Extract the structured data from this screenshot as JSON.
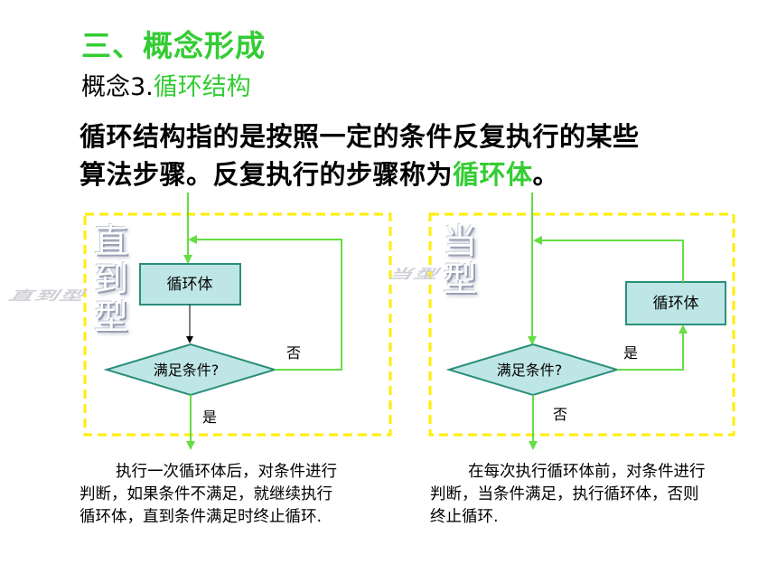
{
  "header": {
    "section_title": "三、概念形成",
    "concept_prefix": "概念3.",
    "concept_name": "循环结构"
  },
  "intro": {
    "line1": "循环结构指的是按照一定的条件反复执行的某些",
    "line2_prefix": "算法步骤。反复执行的步骤称为",
    "line2_highlight": "循环体",
    "line2_suffix": "。"
  },
  "left_diagram": {
    "type_label": "直\n到\n型",
    "type_label_shadow": "直到型",
    "loop_body": "循环体",
    "condition": "满足条件?",
    "no_label": "否",
    "yes_label": "是",
    "description": "执行一次循环体后，对条件进行\n判断，如果条件不满足，就继续执行\n循环体，直到条件满足时终止循环."
  },
  "right_diagram": {
    "type_label": "当\n型",
    "type_label_shadow": "当型",
    "loop_body": "循环体",
    "condition": "满足条件?",
    "yes_label": "是",
    "no_label": "否",
    "description": "在每次执行循环体前，对条件进行\n判断，当条件满足，执行循环体，否则\n终止循环."
  },
  "colors": {
    "title_green": "#33cc33",
    "arrow_green": "#66dd44",
    "dashed_border": "#ffee00",
    "box_fill": "#bfe6e6",
    "box_stroke": "#2a8f7a"
  }
}
